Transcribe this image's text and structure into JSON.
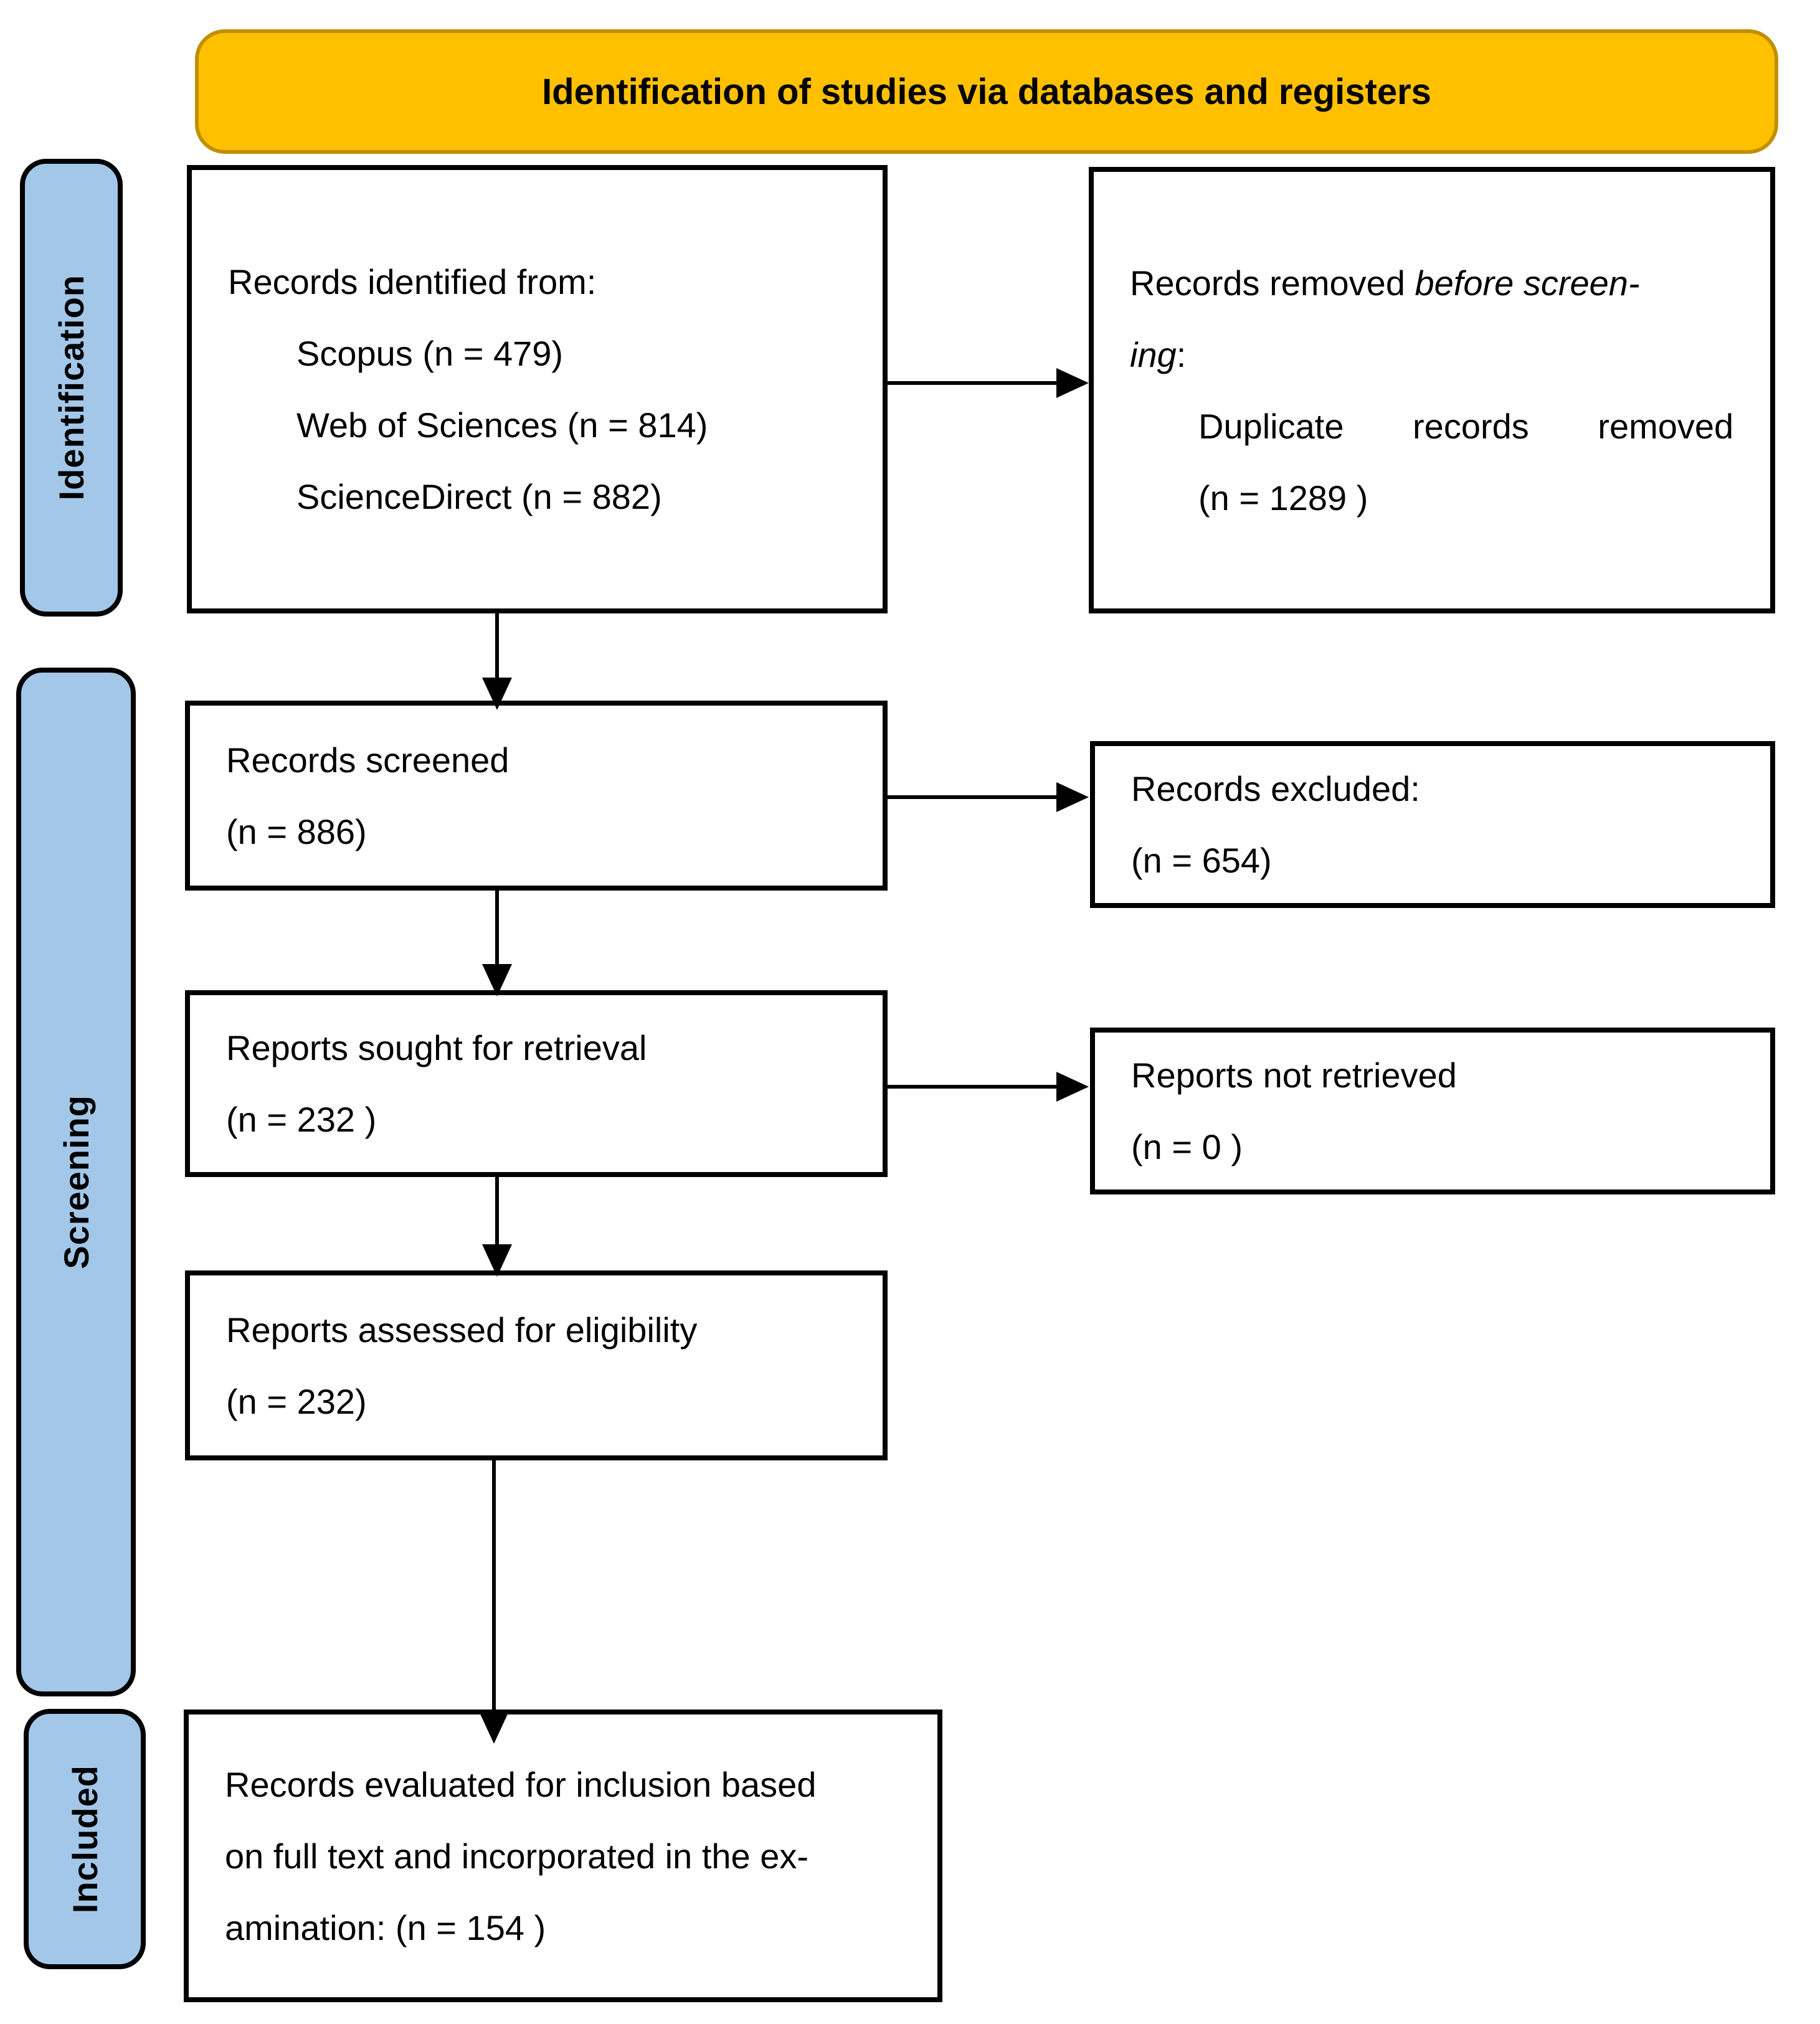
{
  "header": {
    "title": "Identification of studies via databases and registers"
  },
  "stages": {
    "identification": "Identification",
    "screening": "Screening",
    "included": "Included"
  },
  "boxes": {
    "records_identified": {
      "intro": "Records identified from:",
      "items": [
        "Scopus (n = 479)",
        "Web of Sciences (n = 814)",
        "ScienceDirect (n = 882)"
      ]
    },
    "records_removed": {
      "lead_normal": "Records removed ",
      "lead_italic_line1": "before screen-",
      "lead_italic_line2": "ing",
      "lead_colon": ":",
      "detail": "Duplicate records removed",
      "count": "(n = 1289 )"
    },
    "records_screened": {
      "label": "Records screened",
      "count": "(n = 886)"
    },
    "records_excluded": {
      "label": "Records excluded:",
      "count": "(n = 654)"
    },
    "reports_sought": {
      "label": "Reports sought for retrieval",
      "count": "(n = 232 )"
    },
    "reports_not_retrieved": {
      "label": "Reports not retrieved",
      "count": "(n = 0 )"
    },
    "reports_assessed": {
      "label": "Reports assessed for eligibility",
      "count": "(n = 232)"
    },
    "records_evaluated": {
      "line1": "Records evaluated for inclusion based",
      "line2": "on full text and incorporated in the ex-",
      "line3": "amination: (n = 154 )"
    }
  },
  "colors": {
    "header_fill": "#FFC000",
    "header_border": "#BF9000",
    "stage_fill": "#A3C7E8",
    "box_border": "#000000",
    "arrow": "#000000"
  }
}
